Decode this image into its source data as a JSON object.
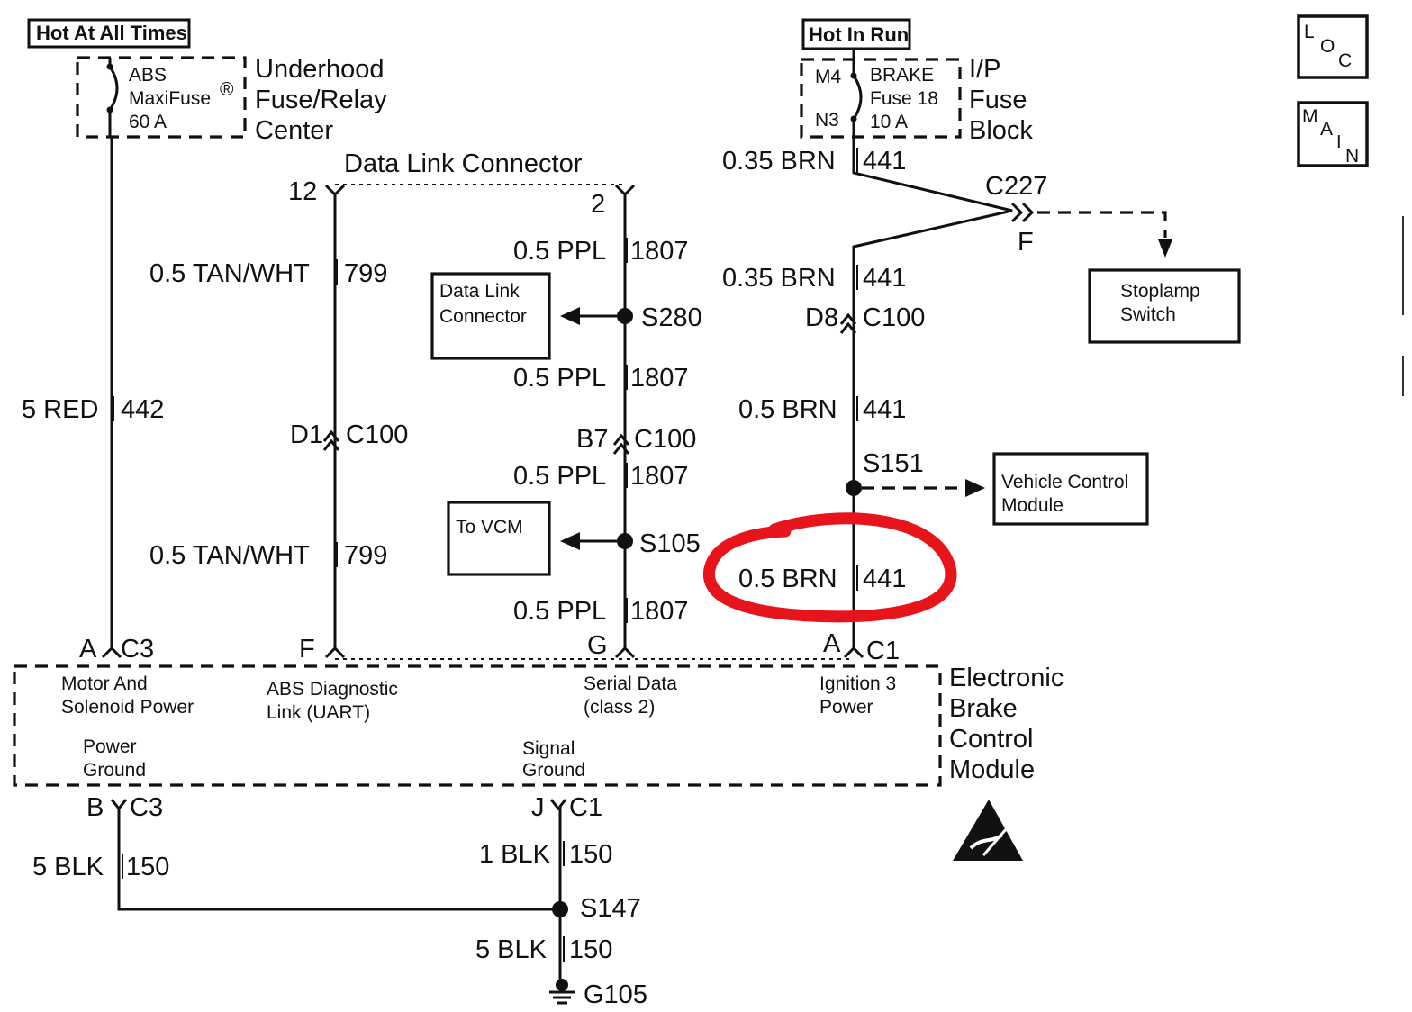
{
  "fuse_sources": {
    "hot_at_all_times": "Hot At All Times",
    "hot_in_run": "Hot In Run"
  },
  "underhood": {
    "fuse_name": "ABS",
    "fuse_type": "MaxiFuse",
    "registered": "®",
    "rating": "60 A",
    "center_line1": "Underhood",
    "center_line2": "Fuse/Relay",
    "center_line3": "Center"
  },
  "ip_fuse_block": {
    "pin_top": "M4",
    "pin_bottom": "N3",
    "fuse_name": "BRAKE",
    "fuse_number": "Fuse 18",
    "rating": "10 A",
    "line1": "I/P",
    "line2": "Fuse",
    "line3": "Block"
  },
  "dlc": {
    "title": "Data Link Connector",
    "pin_12": "12",
    "pin_2": "2"
  },
  "wires": {
    "red_442_size_color": "5 RED",
    "red_442_circuit": "442",
    "tan_upper_size_color": "0.5 TAN/WHT",
    "tan_upper_circuit": "799",
    "tan_lower_size_color": "0.5 TAN/WHT",
    "tan_lower_circuit": "799",
    "ppl_1_size_color": "0.5 PPL",
    "ppl_1_circuit": "1807",
    "ppl_2_size_color": "0.5 PPL",
    "ppl_2_circuit": "1807",
    "ppl_3_size_color": "0.5 PPL",
    "ppl_3_circuit": "1807",
    "ppl_4_size_color": "0.5 PPL",
    "ppl_4_circuit": "1807",
    "brn_1_size_color": "0.35 BRN",
    "brn_1_circuit": "441",
    "brn_2_size_color": "0.35 BRN",
    "brn_2_circuit": "441",
    "brn_3_size_color": "0.5 BRN",
    "brn_3_circuit": "441",
    "brn_4_size_color": "0.5 BRN",
    "brn_4_circuit": "441",
    "blk_left_size_color": "5 BLK",
    "blk_left_circuit": "150",
    "blk_mid_size_color": "1 BLK",
    "blk_mid_circuit": "150",
    "blk_ground_size_color": "5 BLK",
    "blk_ground_circuit": "150"
  },
  "connectors": {
    "d1_c100_pin": "D1",
    "d1_c100_conn": "C100",
    "b7_c100_pin": "B7",
    "b7_c100_conn": "C100",
    "d8_c100_pin": "D8",
    "d8_c100_conn": "C100",
    "c227": "C227",
    "c227_pin": "F",
    "a_c3_pin": "A",
    "a_c3_conn": "C3",
    "f_pin": "F",
    "g_pin": "G",
    "a_c1_pin": "A",
    "a_c1_conn": "C1",
    "b_c3_pin": "B",
    "b_c3_conn": "C3",
    "j_c1_pin": "J",
    "j_c1_conn": "C1"
  },
  "splices": {
    "s280": "S280",
    "s105": "S105",
    "s151": "S151",
    "s147": "S147",
    "g105": "G105"
  },
  "boxes": {
    "dlc_line1": "Data Link",
    "dlc_line2": "Connector",
    "to_vcm": "To VCM",
    "stoplamp_line1": "Stoplamp",
    "stoplamp_line2": "Switch",
    "vcm_line1": "Vehicle Control",
    "vcm_line2": "Module"
  },
  "ebcm": {
    "title_line1": "Electronic",
    "title_line2": "Brake",
    "title_line3": "Control",
    "title_line4": "Module",
    "motor_line1": "Motor And",
    "motor_line2": "Solenoid Power",
    "abs_diag_line1": "ABS Diagnostic",
    "abs_diag_line2": "Link (UART)",
    "serial_line1": "Serial Data",
    "serial_line2": "(class 2)",
    "ign_line1": "Ignition 3",
    "ign_line2": "Power",
    "power_ground_line1": "Power",
    "power_ground_line2": "Ground",
    "signal_ground_line1": "Signal",
    "signal_ground_line2": "Ground"
  },
  "corner_icons": {
    "loc": "LOC",
    "main": "MAIN"
  },
  "highlight_color": "#e8141c"
}
